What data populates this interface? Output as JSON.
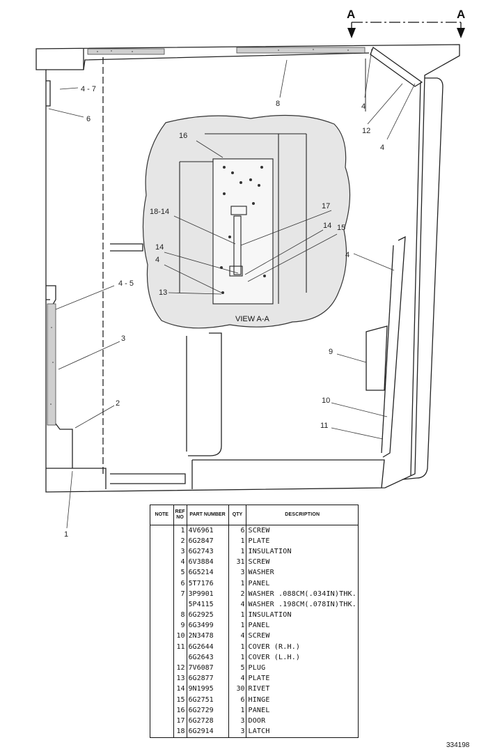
{
  "section_marks": [
    "A",
    "A"
  ],
  "view_label": "VIEW A-A",
  "callouts": [
    {
      "id": "c-4-7",
      "text": "4 - 7"
    },
    {
      "id": "c-6",
      "text": "6"
    },
    {
      "id": "c-8",
      "text": "8"
    },
    {
      "id": "c-4a",
      "text": "4"
    },
    {
      "id": "c-12",
      "text": "12"
    },
    {
      "id": "c-4b",
      "text": "4"
    },
    {
      "id": "c-16",
      "text": "16"
    },
    {
      "id": "c-17",
      "text": "17"
    },
    {
      "id": "c-18-14",
      "text": "18-14"
    },
    {
      "id": "c-14a",
      "text": "14"
    },
    {
      "id": "c-15",
      "text": "15"
    },
    {
      "id": "c-14b",
      "text": "14"
    },
    {
      "id": "c-4c",
      "text": "4"
    },
    {
      "id": "c-13",
      "text": "13"
    },
    {
      "id": "c-4d",
      "text": "4"
    },
    {
      "id": "c-4-5",
      "text": "4 - 5"
    },
    {
      "id": "c-3",
      "text": "3"
    },
    {
      "id": "c-9",
      "text": "9"
    },
    {
      "id": "c-2",
      "text": "2"
    },
    {
      "id": "c-10",
      "text": "10"
    },
    {
      "id": "c-11",
      "text": "11"
    },
    {
      "id": "c-1",
      "text": "1"
    }
  ],
  "table": {
    "headers": {
      "note": "NOTE",
      "ref": "REF NO",
      "part": "PART NUMBER",
      "qty": "QTY",
      "desc": "DESCRIPTION"
    },
    "rows": [
      {
        "note": "",
        "ref": "1",
        "part": "4V6961",
        "qty": "6",
        "desc": "SCREW"
      },
      {
        "note": "",
        "ref": "2",
        "part": "6G2847",
        "qty": "1",
        "desc": "PLATE"
      },
      {
        "note": "",
        "ref": "3",
        "part": "6G2743",
        "qty": "1",
        "desc": "INSULATION"
      },
      {
        "note": "",
        "ref": "4",
        "part": "6V3884",
        "qty": "31",
        "desc": "SCREW"
      },
      {
        "note": "",
        "ref": "5",
        "part": "6G5214",
        "qty": "3",
        "desc": "WASHER"
      },
      {
        "note": "",
        "ref": "6",
        "part": "5T7176",
        "qty": "1",
        "desc": "PANEL"
      },
      {
        "note": "",
        "ref": "7",
        "part": "3P9901",
        "qty": "2",
        "desc": "WASHER  .088CM(.034IN)THK."
      },
      {
        "note": "",
        "ref": "",
        "part": "5P4115",
        "qty": "4",
        "desc": "WASHER  .198CM(.078IN)THK."
      },
      {
        "note": "",
        "ref": "8",
        "part": "6G2925",
        "qty": "1",
        "desc": "INSULATION"
      },
      {
        "note": "",
        "ref": "9",
        "part": "6G3499",
        "qty": "1",
        "desc": "PANEL"
      },
      {
        "note": "",
        "ref": "10",
        "part": "2N3478",
        "qty": "4",
        "desc": "SCREW"
      },
      {
        "note": "",
        "ref": "11",
        "part": "6G2644",
        "qty": "1",
        "desc": "COVER  (R.H.)"
      },
      {
        "note": "",
        "ref": "",
        "part": "6G2643",
        "qty": "1",
        "desc": "COVER  (L.H.)"
      },
      {
        "note": "",
        "ref": "12",
        "part": "7V6087",
        "qty": "5",
        "desc": "PLUG"
      },
      {
        "note": "",
        "ref": "13",
        "part": "6G2877",
        "qty": "4",
        "desc": "PLATE"
      },
      {
        "note": "",
        "ref": "14",
        "part": "9N1995",
        "qty": "30",
        "desc": "RIVET"
      },
      {
        "note": "",
        "ref": "15",
        "part": "6G2751",
        "qty": "6",
        "desc": "HINGE"
      },
      {
        "note": "",
        "ref": "16",
        "part": "6G2729",
        "qty": "1",
        "desc": "PANEL"
      },
      {
        "note": "",
        "ref": "17",
        "part": "6G2728",
        "qty": "3",
        "desc": "DOOR"
      },
      {
        "note": "",
        "ref": "18",
        "part": "6G2914",
        "qty": "3",
        "desc": "LATCH"
      }
    ]
  },
  "figure_number": "334198"
}
